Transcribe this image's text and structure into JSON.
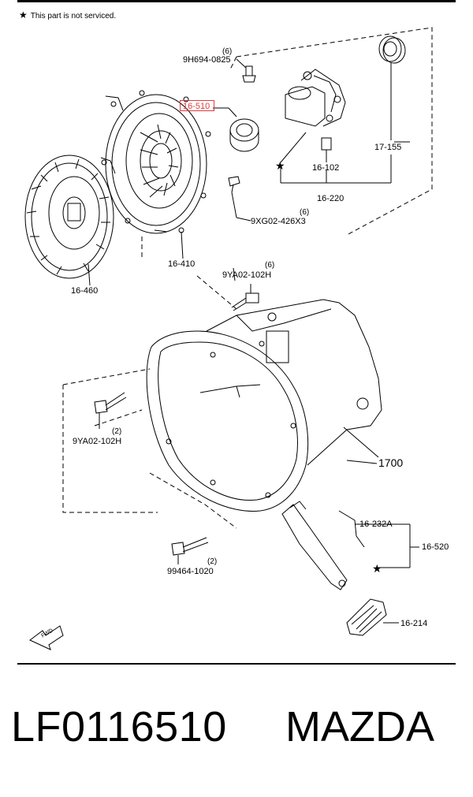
{
  "note": {
    "star": "★",
    "text": "This part is not serviced."
  },
  "parts": {
    "p16510": "16-510",
    "p9h694": "9H694-0825",
    "p9h694_qty": "(6)",
    "p17155": "17-155",
    "p16102": "16-102",
    "p16220": "16-220",
    "p9xg02": "9XG02-426X3",
    "p9xg02_qty": "(6)",
    "p16410": "16-410",
    "p16460": "16-460",
    "p9ya02_top": "9YA02-102H",
    "p9ya02_top_qty": "(6)",
    "p9ya02_left": "9YA02-102H",
    "p9ya02_left_qty": "(2)",
    "p1700": "1700",
    "p16232a": "16-232A",
    "p16520": "16-520",
    "p99464": "99464-1020",
    "p99464_qty": "(2)",
    "p16214": "16-214",
    "fwd": "FWD"
  },
  "footer": {
    "part_number": "LF0116510",
    "brand": "MAZDA"
  },
  "colors": {
    "highlight": "#e23b3b",
    "ink": "#000000"
  }
}
